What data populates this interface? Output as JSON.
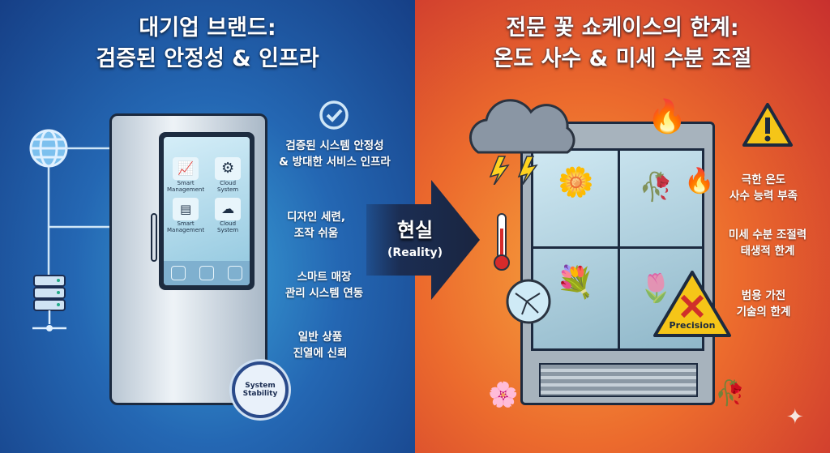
{
  "left": {
    "title_line1": "대기업 브랜드:",
    "title_line2": "검증된 안정성 & 인프라",
    "notes": [
      {
        "line1": "검증된 시스템 안정성",
        "line2": "& 방대한 서비스 인프라"
      },
      {
        "line1": "디자인 세련,",
        "line2": "조작 쉬움"
      },
      {
        "line1": "스마트 매장",
        "line2": "관리 시스템 연동"
      },
      {
        "line1": "일반 상품",
        "line2": "진열에 신뢰"
      }
    ],
    "screen_apps": [
      {
        "line1": "Smart",
        "line2": "Management"
      },
      {
        "line1": "Cloud",
        "line2": "System"
      },
      {
        "line1": "Smart",
        "line2": "Management"
      },
      {
        "line1": "Cloud",
        "line2": "System"
      }
    ],
    "badge_line1": "System",
    "badge_line2": "Stability"
  },
  "center": {
    "label": "현실",
    "sublabel": "(Reality)"
  },
  "right": {
    "title_line1": "전문 꽃 쇼케이스의 한계:",
    "title_line2": "온도 사수 & 미세 수분 조절",
    "notes": [
      {
        "line1": "극한 온도",
        "line2": "사수 능력 부족"
      },
      {
        "line1": "미세 수분 조절력",
        "line2": "태생적 한계"
      },
      {
        "line1": "범용 가전",
        "line2": "기술의 한계"
      }
    ],
    "precision_sign": "Precision"
  },
  "colors": {
    "left_bg": "#2467b3",
    "right_bg": "#ec6b2d",
    "arrow": "#1b2d52",
    "warning": "#f5c518"
  }
}
